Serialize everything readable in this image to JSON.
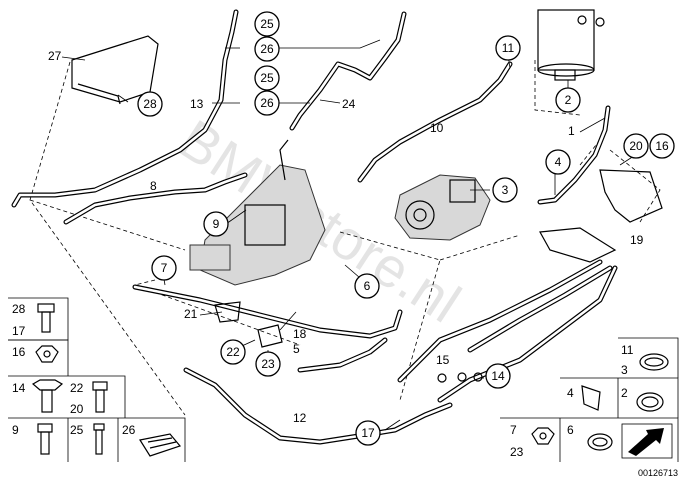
{
  "watermark": "BMWstore.nl",
  "reference_number": "00126713",
  "callouts": {
    "c25a": "25",
    "c26a": "26",
    "c25b": "25",
    "c26b": "26",
    "c28": "28",
    "c11": "11",
    "c2": "2",
    "c4": "4",
    "c3": "3",
    "c9": "9",
    "c7": "7",
    "c6": "6",
    "c22": "22",
    "c23": "23",
    "c20": "20",
    "c16": "16",
    "c14": "14",
    "c17": "17"
  },
  "labels": {
    "l27": "27",
    "l13": "13",
    "l24": "24",
    "l8": "8",
    "l10": "10",
    "l1": "1",
    "l19": "19",
    "l21": "21",
    "l18": "18",
    "l5": "5",
    "l15": "15",
    "l12": "12"
  },
  "legend_left": {
    "r1a": "28",
    "r1b": "17",
    "r2": "16",
    "r3a": "14",
    "r3b": "22",
    "r3c": "20",
    "r4a": "9",
    "r4b": "25",
    "r4c": "26"
  },
  "legend_right": {
    "r1a": "11",
    "r1b": "3",
    "r2a": "4",
    "r2b": "2",
    "r3a": "7",
    "r3b": "23",
    "r3c": "6"
  }
}
